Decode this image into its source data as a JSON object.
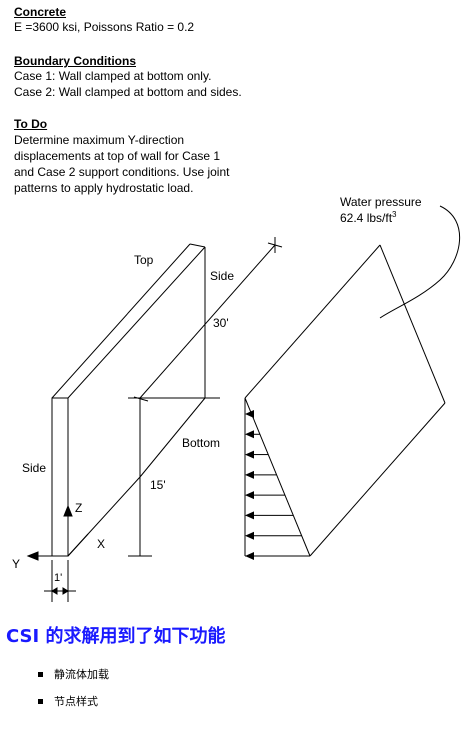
{
  "concrete": {
    "heading": "Concrete",
    "line1": "E =3600 ksi, Poissons Ratio = 0.2"
  },
  "boundary": {
    "heading": "Boundary Conditions",
    "case1": "Case 1:  Wall clamped at bottom only.",
    "case2": "Case 2:  Wall clamped at bottom and sides."
  },
  "todo": {
    "heading": "To Do",
    "lines": [
      "Determine maximum Y-direction",
      "displacements at top of wall for Case 1",
      "and Case 2 support conditions.  Use joint",
      "patterns to apply hydrostatic load."
    ]
  },
  "figure": {
    "water_pressure": "Water pressure",
    "pressure_value": "62.4 lbs/ft",
    "pressure_exp": "3",
    "top": "Top",
    "side_right": "Side",
    "dim_30": "30'",
    "bottom": "Bottom",
    "side_left": "Side",
    "dim_15": "15'",
    "axis_z": "Z",
    "axis_x": "X",
    "axis_y": "Y",
    "dim_1": "1'"
  },
  "cn_title": "CSI 的求解用到了如下功能",
  "features": [
    "静流体加载",
    "节点样式"
  ]
}
